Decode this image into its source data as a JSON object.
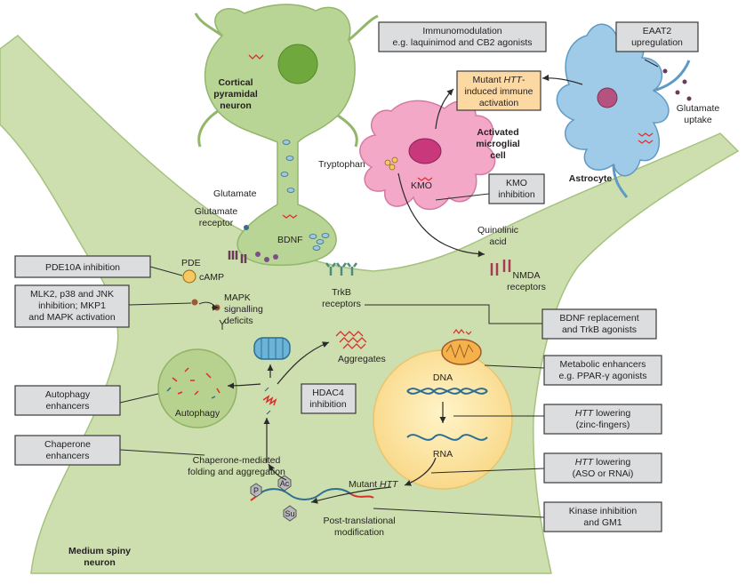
{
  "cells": {
    "cortical": [
      "Cortical",
      "pyramidal",
      "neuron"
    ],
    "microglia": [
      "Activated",
      "microglial",
      "cell"
    ],
    "astrocyte": "Astrocyte",
    "msn": [
      "Medium spiny",
      "neuron"
    ]
  },
  "labels": {
    "glutamate": "Glutamate",
    "glutamate_receptor": [
      "Glutamate",
      "receptor"
    ],
    "bdnf": "BDNF",
    "pde": "PDE",
    "camp": "cAMP",
    "trkb": [
      "TrkB",
      "receptors"
    ],
    "tryptophan": "Tryptophan",
    "kmo": "KMO",
    "quinolinic": [
      "Quinolinic",
      "acid"
    ],
    "nmda": [
      "NMDA",
      "receptors"
    ],
    "glutamate_uptake": [
      "Glutamate",
      "uptake"
    ],
    "mapk": [
      "MAPK",
      "signalling",
      "deficits"
    ],
    "aggregates": "Aggregates",
    "autophagy": "Autophagy",
    "dna": "DNA",
    "rna": "RNA",
    "mutant_htt_prefix": "Mutant ",
    "mutant_htt_italic": "HTT",
    "chaperone_folding": [
      "Chaperone-mediated",
      "folding and aggregation"
    ],
    "ptm": [
      "Post-translational",
      "modification"
    ],
    "p": "P",
    "ac": "Ac",
    "su": "Su"
  },
  "boxes": {
    "immunomodulation": [
      "Immunomodulation",
      "e.g. laquinimod and CB2 agonists"
    ],
    "eaat2": [
      "EAAT2",
      "upregulation"
    ],
    "immune_activation_italic": "HTT",
    "immune_activation_line1_prefix": "Mutant ",
    "immune_activation_line1_suffix": "-",
    "immune_activation_rest": [
      "induced immune",
      "activation"
    ],
    "kmo_inhibition": [
      "KMO",
      "inhibition"
    ],
    "pde10a": "PDE10A inhibition",
    "mlk2": [
      "MLK2, p38 and JNK",
      "inhibition; MKP1",
      "and MAPK activation"
    ],
    "bdnf_replacement": [
      "BDNF replacement",
      "and TrkB agonists"
    ],
    "metabolic": [
      "Metabolic enhancers",
      "e.g. PPAR-γ agonists"
    ],
    "autophagy_enh": [
      "Autophagy",
      "enhancers"
    ],
    "hdac4": [
      "HDAC4",
      "inhibition"
    ],
    "chaperone_enh": [
      "Chaperone",
      "enhancers"
    ],
    "htt_zinc_italic": "HTT",
    "htt_zinc_suffix": " lowering",
    "htt_zinc_line2": "(zinc-fingers)",
    "htt_aso_italic": "HTT",
    "htt_aso_suffix": " lowering",
    "htt_aso_line2": "(ASO or RNAi)",
    "kinase": [
      "Kinase inhibition",
      "and GM1"
    ]
  },
  "colors": {
    "neuron_fill": "#c9dda9",
    "neuron_stroke": "#9fbf7a",
    "nucleus": "#7fb34a",
    "microglia": "#f2a9c9",
    "astrocyte": "#8fc3e6",
    "box_grey": "#dcdddf",
    "box_orange": "#fcd9a3",
    "nucleus_yellow": "#fde9a8"
  }
}
